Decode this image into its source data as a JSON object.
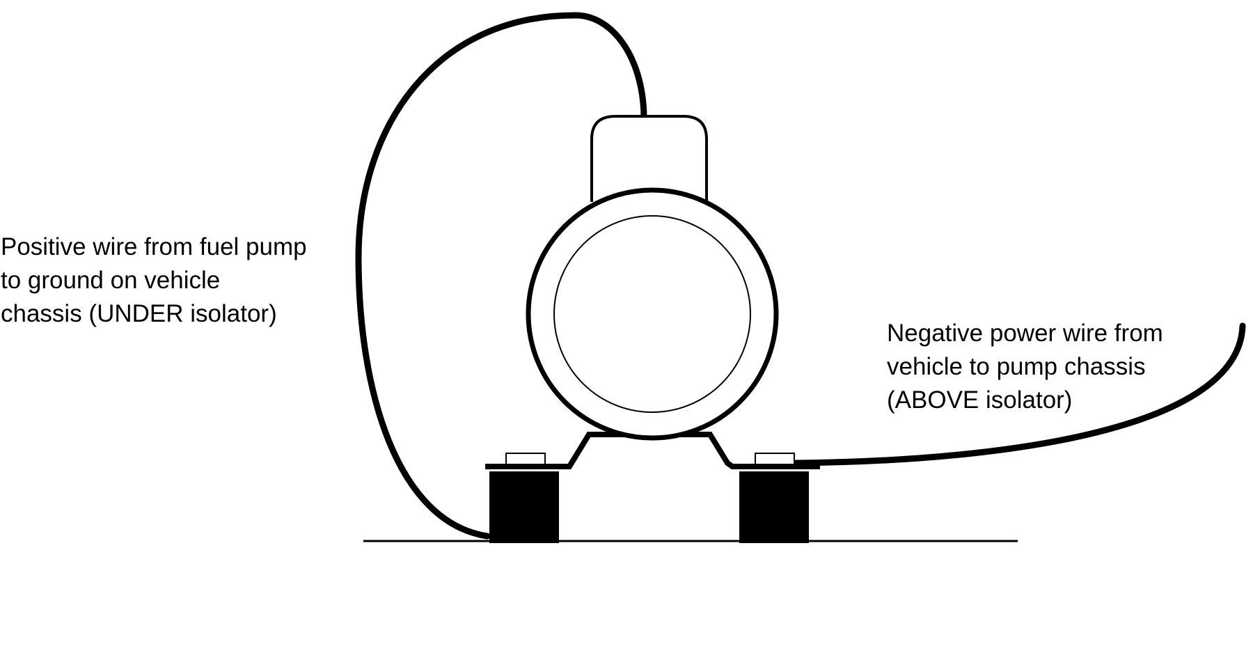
{
  "labels": {
    "positive_wire": {
      "lines": [
        "Positive wire from fuel pump",
        "to ground on vehicle",
        "chassis (UNDER isolator)"
      ]
    },
    "negative_wire": {
      "lines": [
        "Negative power wire from",
        "vehicle to pump chassis",
        "(ABOVE isolator)"
      ]
    }
  },
  "colors": {
    "stroke": "#000000",
    "fill": "#ffffff"
  }
}
